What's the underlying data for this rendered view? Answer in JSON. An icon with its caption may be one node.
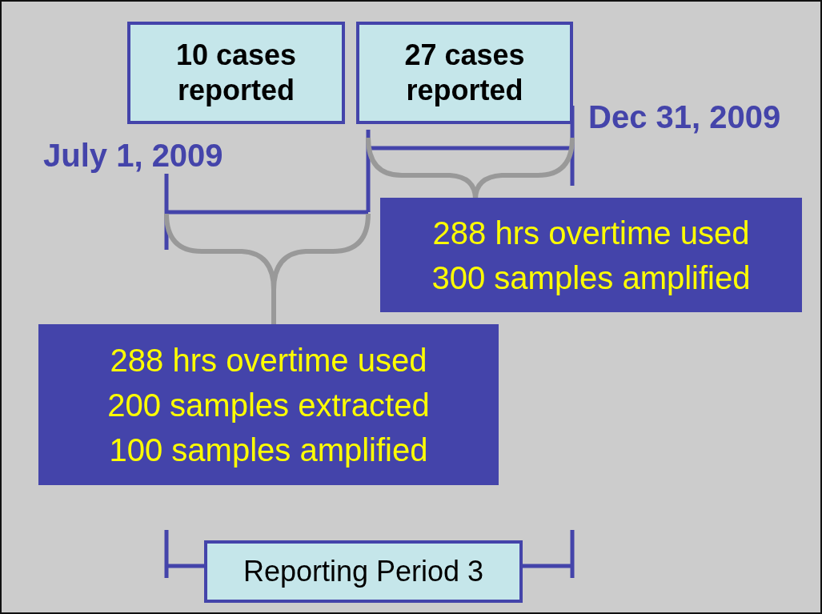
{
  "diagram": {
    "nodes": [
      {
        "text": [
          "10 cases reported"
        ]
      },
      {
        "text": [
          "27 cases reported"
        ]
      },
      {
        "text": [
          "288 hrs overtime used",
          "300 samples amplified"
        ]
      },
      {
        "text": [
          "288 hrs overtime used",
          "200 samples extracted",
          "100 samples amplified"
        ]
      },
      {
        "text": [
          "Reporting Period 3"
        ]
      }
    ],
    "labels": [
      "Dec 31, 2009",
      "July 1, 2009"
    ]
  }
}
